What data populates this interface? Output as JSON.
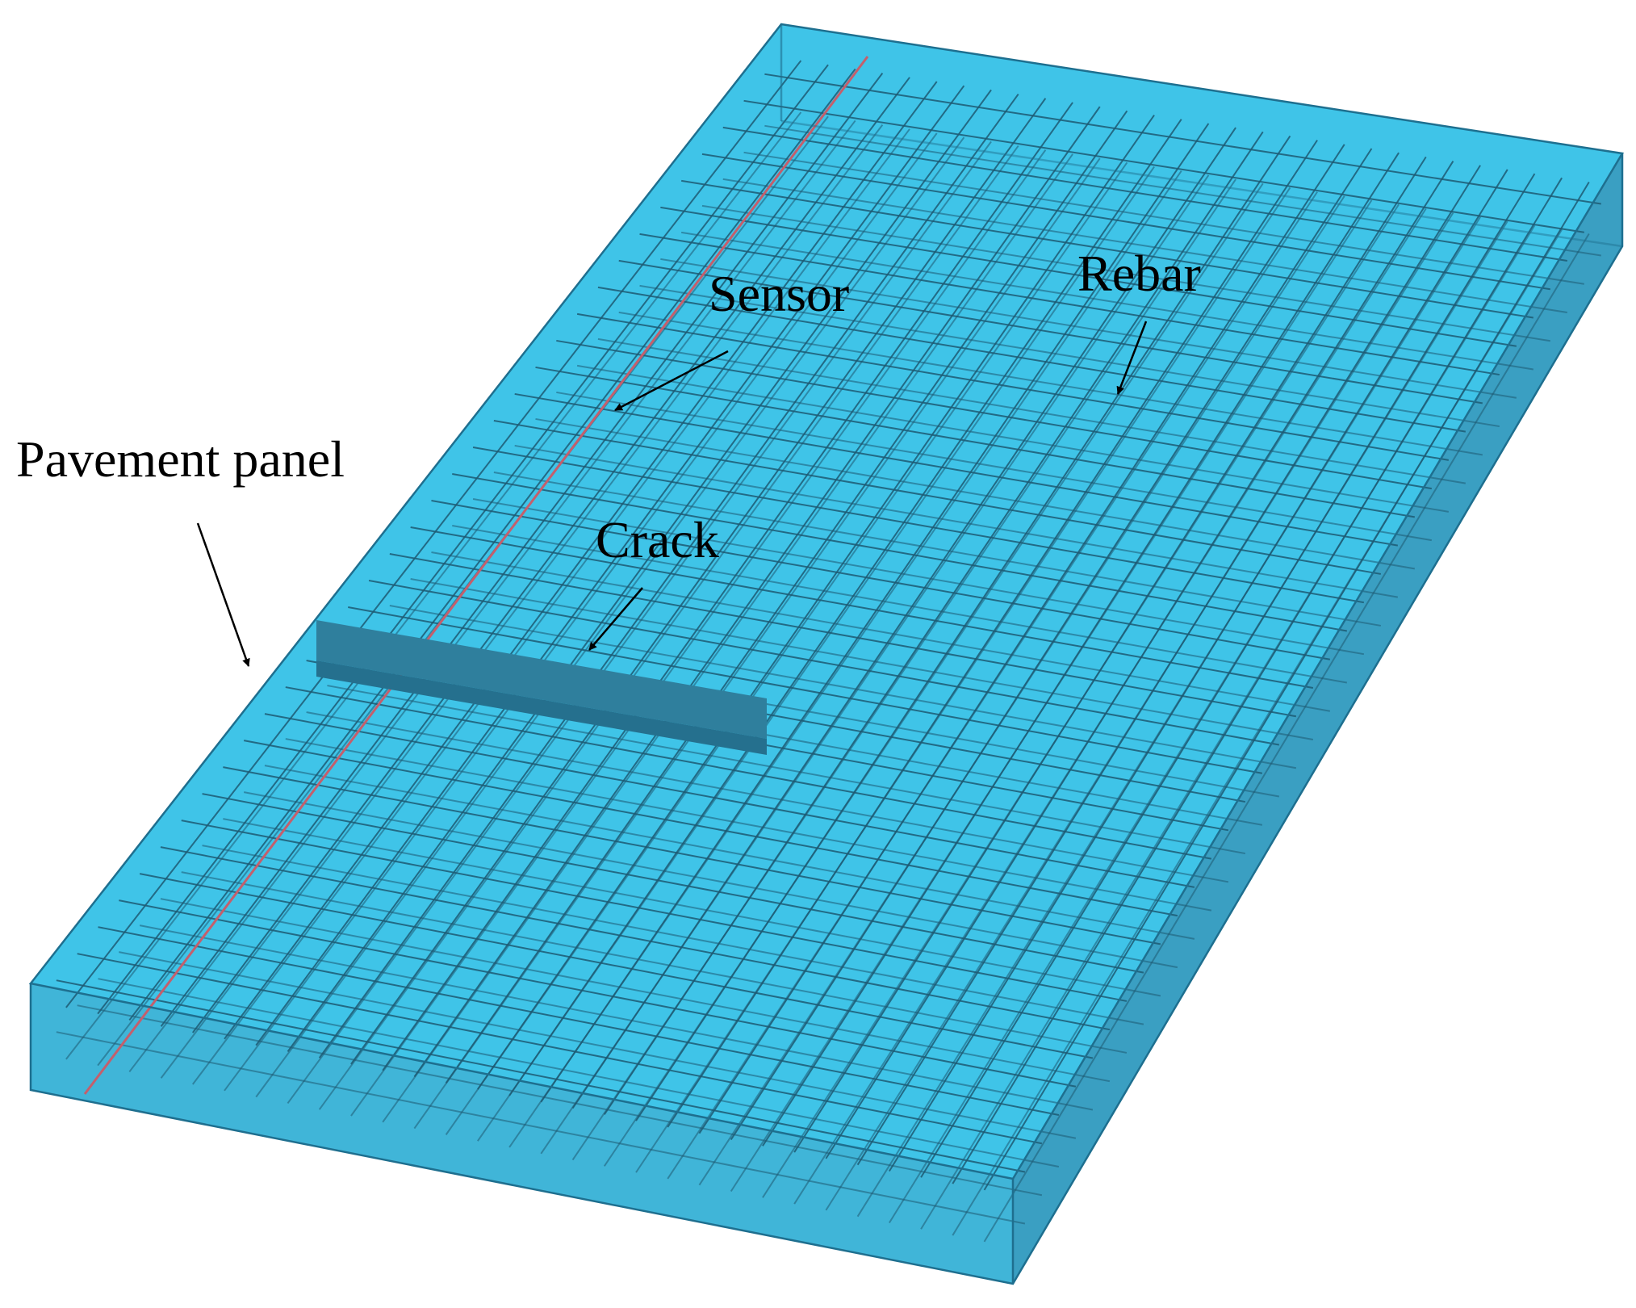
{
  "labels": {
    "sensor": "Sensor",
    "rebar": "Rebar",
    "pavement_panel": "Pavement panel",
    "crack": "Crack"
  },
  "colors": {
    "top_face": "#3fc4e8",
    "front_face": "#40b5d8",
    "side_face": "#3a9fc2",
    "edge": "#1e6f8f",
    "rebar": "#1d5a73",
    "sensor": "#c45f6c",
    "crack_top": "#2f7f9d",
    "crack_front": "#25708e",
    "label": "#000000"
  },
  "rebar_grid": {
    "longitudinal_bars": 31,
    "transverse_bars": 36,
    "layers": 2
  }
}
